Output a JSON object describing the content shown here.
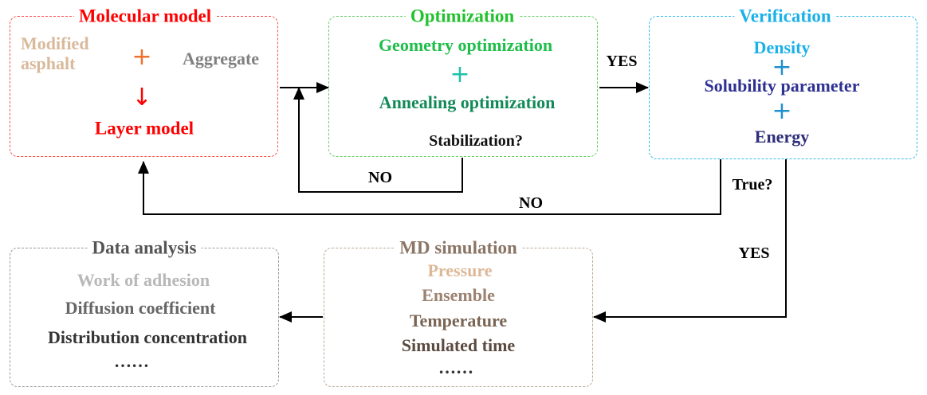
{
  "colors": {
    "molecular": "#ff0000",
    "modified_asphalt": "#d9b99b",
    "plus_orange": "#f07030",
    "aggregate": "#808080",
    "optimization": "#22c12e",
    "optimization_box": "#66cc66",
    "geometry": "#1fbd4a",
    "plus_teal": "#1fc1a8",
    "annealing": "#128a58",
    "verification": "#1ab0e8",
    "verification_box": "#33bbee",
    "solubility": "#2e3192",
    "energy": "#2e2e7a",
    "plus_blue": "#1e90d0",
    "md_box": "#bca894",
    "md_title": "#8a7565",
    "pressure": "#dcb897",
    "ensemble": "#9c8270",
    "temperature": "#7a6555",
    "simulated": "#5a4a40",
    "data_box": "#999999",
    "data_title": "#555555",
    "work": "#b8b8b8",
    "diffusion": "#666666",
    "distribution": "#333333",
    "arrow": "#000000"
  },
  "molecular_model": {
    "title": "Molecular model",
    "modified_asphalt": [
      "Modified",
      "asphalt"
    ],
    "plus": "+",
    "aggregate": "Aggregate",
    "down_arrow": "↓",
    "layer_model": "Layer model"
  },
  "optimization": {
    "title": "Optimization",
    "geometry": "Geometry optimization",
    "plus": "+",
    "annealing": "Annealing optimization",
    "question": "Stabilization?"
  },
  "verification": {
    "title": "Verification",
    "density": "Density",
    "plus1": "+",
    "solubility": "Solubility parameter",
    "plus2": "+",
    "energy": "Energy"
  },
  "md_simulation": {
    "title": "MD simulation",
    "items": [
      "Pressure",
      "Ensemble",
      "Temperature",
      "Simulated time",
      "……"
    ]
  },
  "data_analysis": {
    "title": "Data analysis",
    "items": [
      "Work of adhesion",
      "Diffusion coefficient",
      "Distribution concentration",
      "……"
    ]
  },
  "labels": {
    "yes_top": "YES",
    "no_inner": "NO",
    "no_outer": "NO",
    "true_q": "True?",
    "yes_right": "YES"
  }
}
